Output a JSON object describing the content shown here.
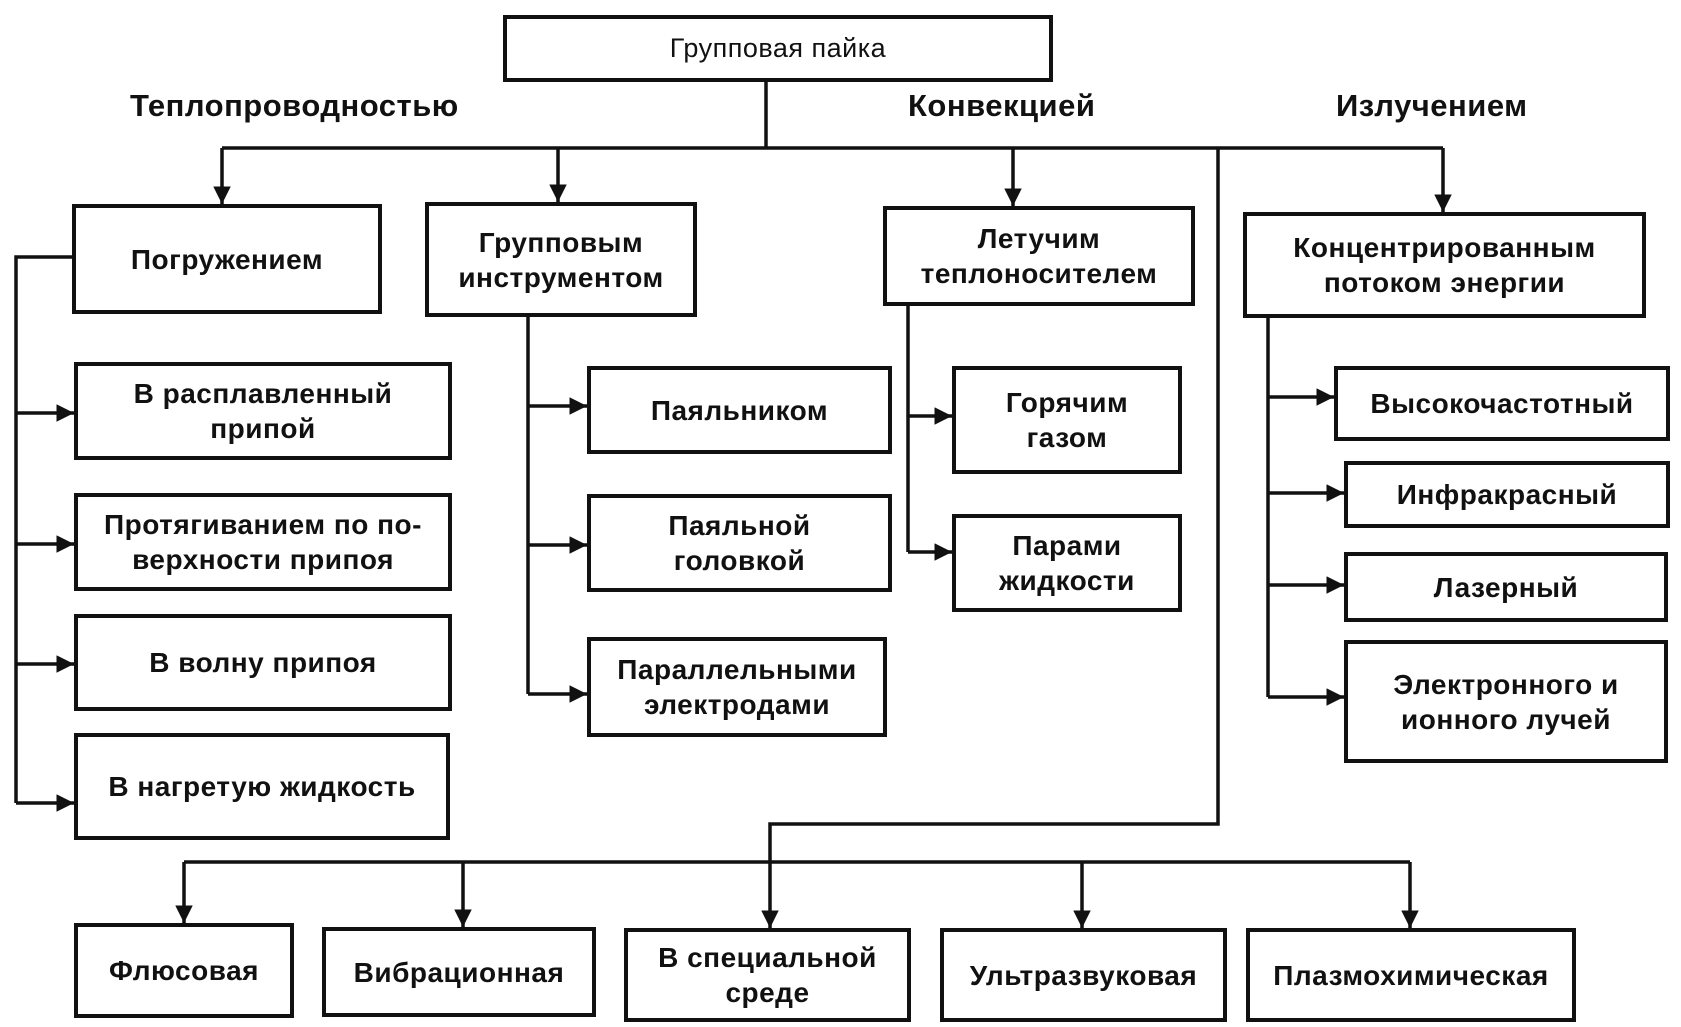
{
  "root": "Групповая пайка",
  "branches": {
    "conduction": "Теплопроводностью",
    "convection": "Конвекцией",
    "radiation": "Излучением"
  },
  "conduction_immersion": {
    "title": "Погружением",
    "items": [
      "В расплавленный\nприпой",
      "Протягиванием по по-\nверхности припоя",
      "В волну припоя",
      "В нагретую жидкость"
    ]
  },
  "conduction_tool": {
    "title": "Групповым\nинструментом",
    "items": [
      "Паяльником",
      "Паяльной\nголовкой",
      "Параллельными\nэлектродами"
    ]
  },
  "convection": {
    "title": "Летучим\nтеплоносителем",
    "items": [
      "Горячим\nгазом",
      "Парами\nжидкости"
    ]
  },
  "radiation": {
    "title": "Концентрированным\nпотоком энергии",
    "items": [
      "Высокочастотный",
      "Инфракрасный",
      "Лазерный",
      "Электронного и\nионного лучей"
    ]
  },
  "bottom": [
    "Флюсовая",
    "Вибрационная",
    "В специальной\nсреде",
    "Ультразвуковая",
    "Плазмохимическая"
  ]
}
